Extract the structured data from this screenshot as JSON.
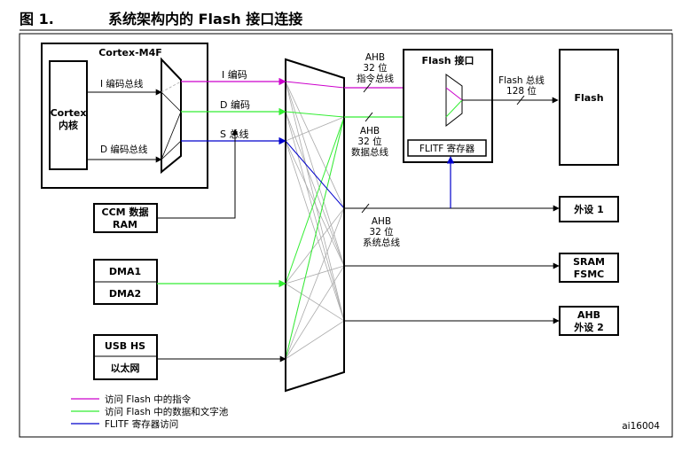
{
  "figure": {
    "number": "图 1.",
    "title": "系统架构内的 Flash 接口连接",
    "id": "ai16004"
  },
  "colors": {
    "instruction": "#cc00cc",
    "data": "#33ee33",
    "register": "#0000cc",
    "frame": "#000000",
    "gray": "#aaaaaa"
  },
  "cortex": {
    "group_label": "Cortex-M4F",
    "core_line1": "Cortex",
    "core_line2": "内核",
    "ibus_label": "I 编码总线",
    "dbus_label": "D 编码总线"
  },
  "buses": {
    "i_code": "I 编码",
    "d_code": "D 编码",
    "s_bus": "S 总线"
  },
  "ccm": {
    "line1": "CCM 数据",
    "line2": "RAM"
  },
  "dma": {
    "dma1": "DMA1",
    "dma2": "DMA2"
  },
  "usb": {
    "line1": "USB HS",
    "line2": "以太网"
  },
  "ahb_labels": {
    "instr": [
      "AHB",
      "32 位",
      "指令总线"
    ],
    "data": [
      "AHB",
      "32 位",
      "数据总线"
    ],
    "system": [
      "AHB",
      "32 位",
      "系统总线"
    ]
  },
  "flash_interface": {
    "title": "Flash 接口",
    "register": "FLITF 寄存器"
  },
  "flash_bus": {
    "line1": "Flash 总线",
    "line2": "128 位"
  },
  "flash": {
    "label": "Flash"
  },
  "peripherals": {
    "periph1": "外设 1",
    "sram_line1": "SRAM",
    "sram_line2": "FSMC",
    "ahb_line1": "AHB",
    "ahb_line2": "外设 2"
  },
  "legend": [
    {
      "color": "#cc00cc",
      "text": "访问 Flash 中的指令"
    },
    {
      "color": "#33ee33",
      "text": "访问 Flash 中的数据和文字池"
    },
    {
      "color": "#0000cc",
      "text": "FLITF 寄存器访问"
    }
  ]
}
